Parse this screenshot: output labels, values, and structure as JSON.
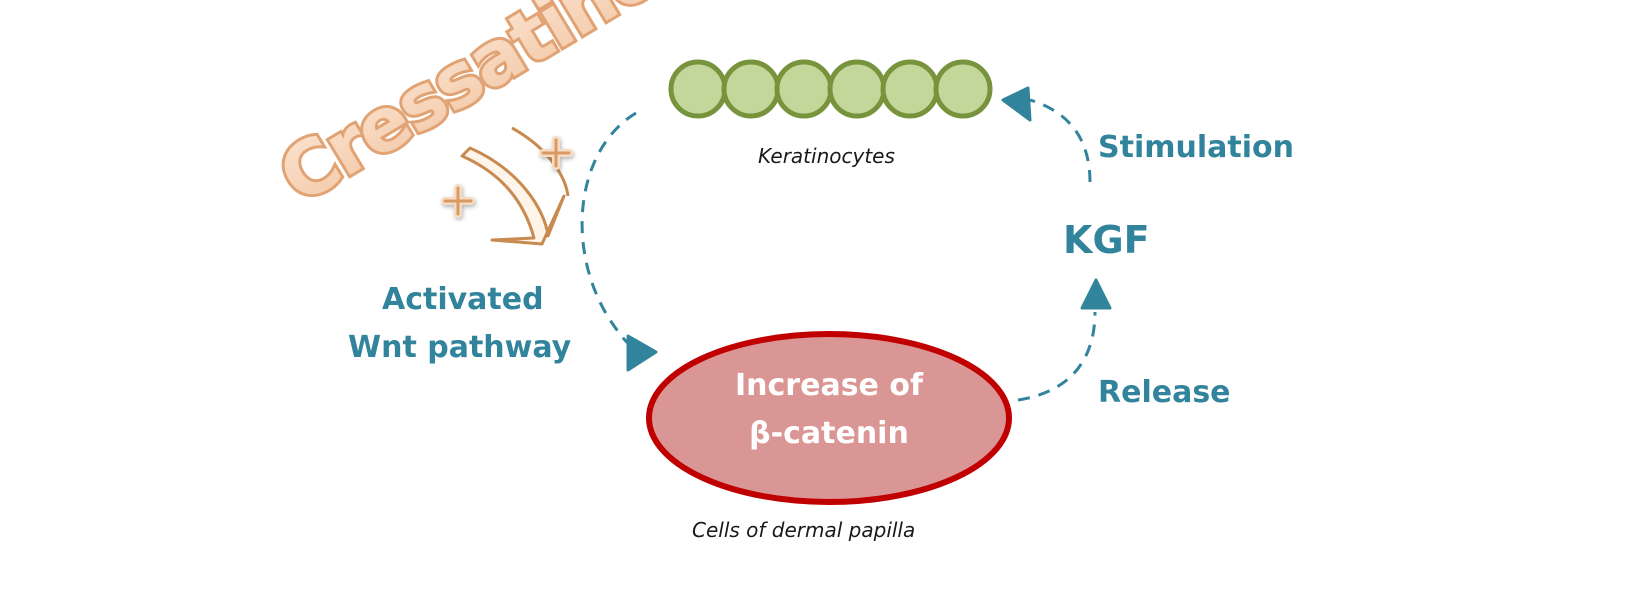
{
  "brand": {
    "name": "Cressatine",
    "trademark": "®",
    "plus_signs": [
      "+",
      "+"
    ],
    "color": "#e8a87c"
  },
  "nodes": {
    "keratinocytes": {
      "caption": "Keratinocytes",
      "cell_count": 6,
      "fill": "#c4d79b",
      "stroke": "#77933c"
    },
    "dermal_papilla": {
      "line1": "Increase of",
      "line2": "β-catenin",
      "caption": "Cells of dermal papilla",
      "fill": "#da9694",
      "stroke": "#c00000"
    }
  },
  "labels": {
    "wnt_line1": "Activated",
    "wnt_line2": "Wnt pathway",
    "kgf": "KGF",
    "stimulation": "Stimulation",
    "release": "Release"
  },
  "colors": {
    "accent": "#31849b"
  }
}
